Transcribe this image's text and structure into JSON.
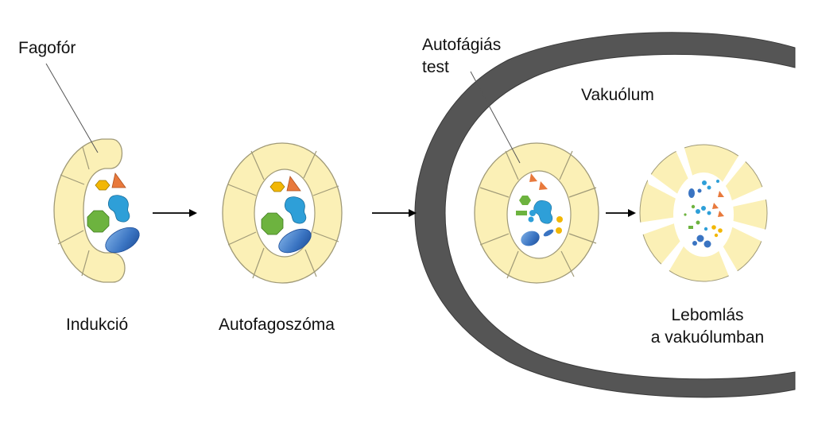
{
  "labels": {
    "phagophore": "Fagofór",
    "autophagic_body_1": "Autofágiás",
    "autophagic_body_2": "test",
    "vacuole": "Vakuólum",
    "induction": "Indukció",
    "autophagosome": "Autofagoszóma",
    "degradation_1": "Lebomlás",
    "degradation_2": "a vakuólumban"
  },
  "colors": {
    "membrane_fill": "#fbf0b6",
    "membrane_stroke": "#a09a78",
    "vacuole_membrane": "#555555",
    "orange": "#e8793c",
    "yellow": "#f2b705",
    "green": "#6db33f",
    "cyan": "#2e9fd8",
    "blue": "#3a74c2"
  }
}
